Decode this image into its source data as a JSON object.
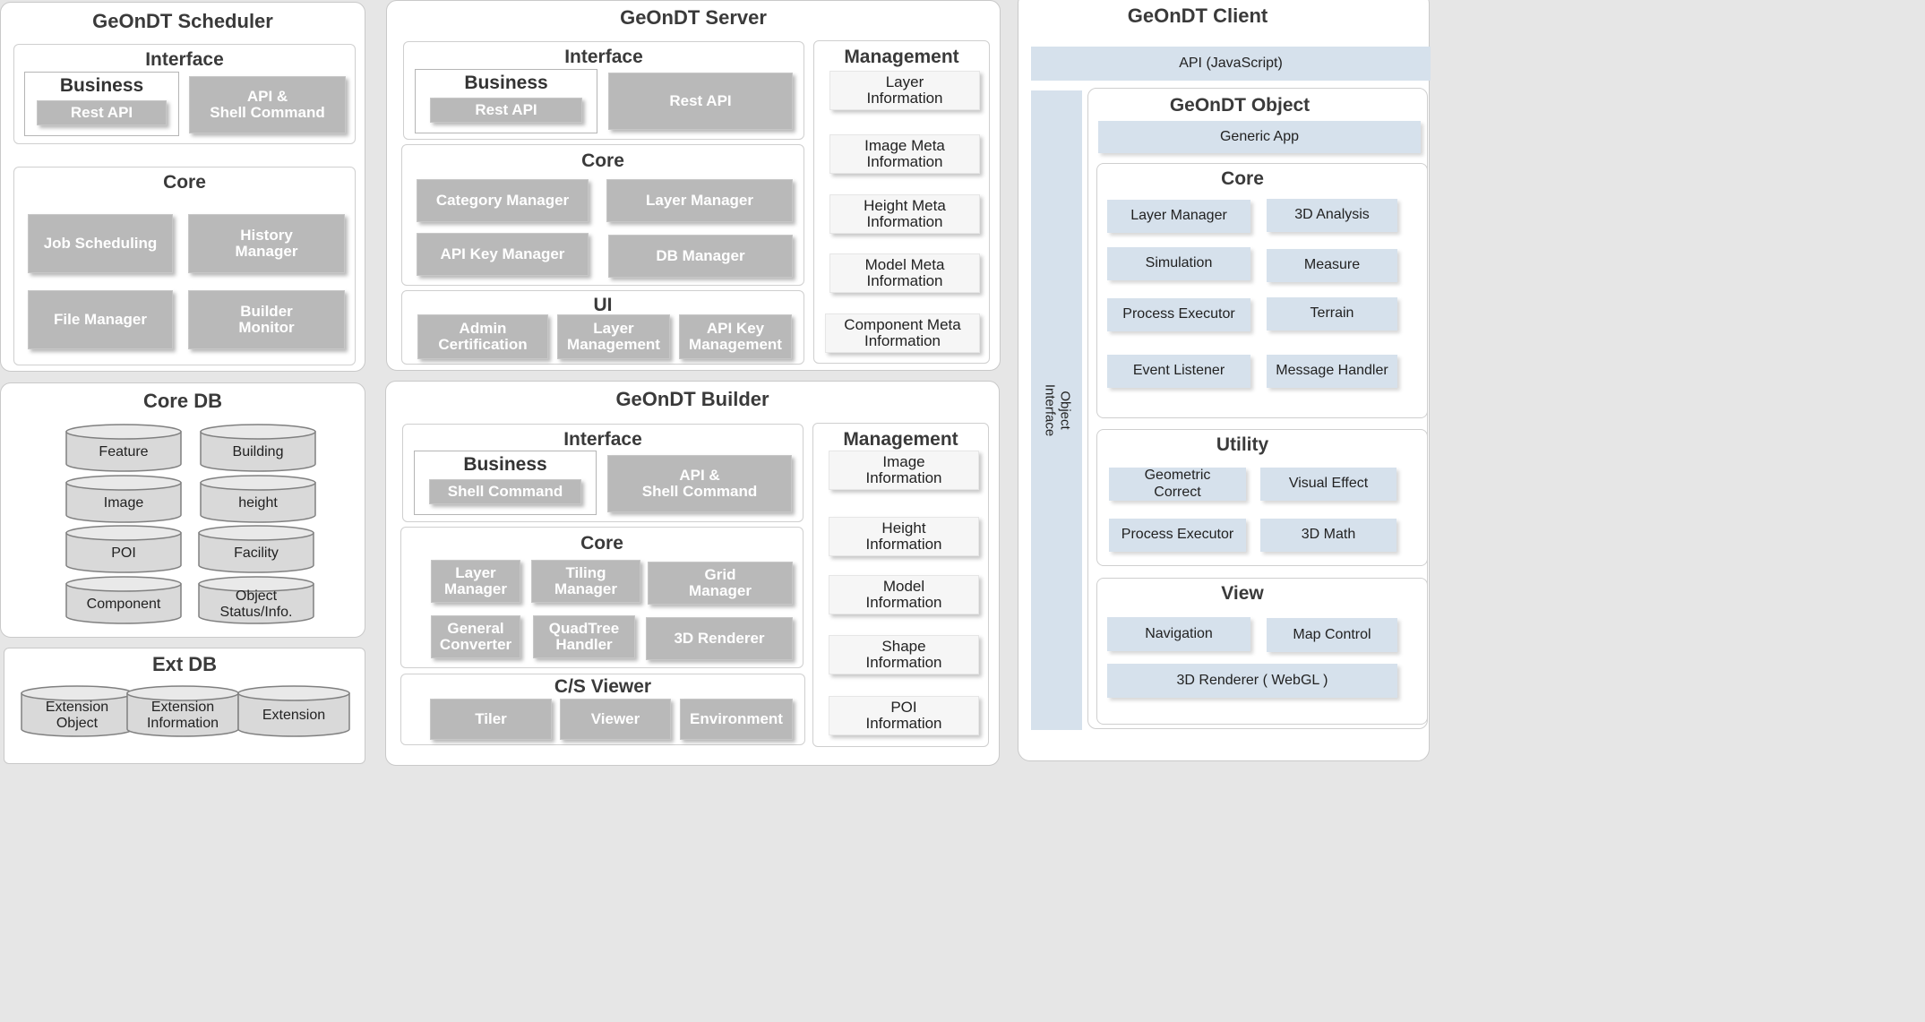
{
  "scheduler": {
    "title": "GeOnDT Scheduler",
    "interface": {
      "title": "Interface",
      "business_title": "Business",
      "business_box": "Rest API",
      "api_box": "API &\nShell Command"
    },
    "core": {
      "title": "Core",
      "boxes": [
        "Job Scheduling",
        "History\nManager",
        "File Manager",
        "Builder\nMonitor"
      ]
    }
  },
  "core_db": {
    "title": "Core DB",
    "items": [
      "Feature",
      "Building",
      "Image",
      "height",
      "POI",
      "Facility",
      "Component",
      "Object\nStatus/Info."
    ]
  },
  "ext_db": {
    "title": "Ext DB",
    "items": [
      "Extension\nObject",
      "Extension\nInformation",
      "Extension"
    ]
  },
  "server": {
    "title": "GeOnDT Server",
    "interface": {
      "title": "Interface",
      "business_title": "Business",
      "business_box": "Rest API",
      "api_box": "Rest API"
    },
    "core": {
      "title": "Core",
      "boxes": [
        "Category Manager",
        "Layer Manager",
        "API Key Manager",
        "DB Manager"
      ]
    },
    "ui": {
      "title": "UI",
      "boxes": [
        "Admin\nCertification",
        "Layer\nManagement",
        "API Key\nManagement"
      ]
    },
    "management": {
      "title": "Management",
      "items": [
        "Layer\nInformation",
        "Image Meta\nInformation",
        "Height Meta\nInformation",
        "Model Meta\nInformation",
        "Component Meta\nInformation"
      ]
    }
  },
  "builder": {
    "title": "GeOnDT Builder",
    "interface": {
      "title": "Interface",
      "business_title": "Business",
      "business_box": "Shell Command",
      "api_box": "API &\nShell Command"
    },
    "core": {
      "title": "Core",
      "boxes": [
        "Layer\nManager",
        "Tiling\nManager",
        "Grid\nManager",
        "General\nConverter",
        "QuadTree\nHandler",
        "3D Renderer"
      ]
    },
    "viewer": {
      "title": "C/S Viewer",
      "boxes": [
        "Tiler",
        "Viewer",
        "Environment"
      ]
    },
    "management": {
      "title": "Management",
      "items": [
        "Image\nInformation",
        "Height\nInformation",
        "Model\nInformation",
        "Shape\nInformation",
        "POI\nInformation"
      ]
    }
  },
  "client": {
    "title": "GeOnDT Client",
    "api_bar": "API (JavaScript)",
    "object_interface": "Object\nInterface",
    "object": {
      "title": "GeOnDT Object",
      "generic_app": "Generic App"
    },
    "core": {
      "title": "Core",
      "boxes": [
        "Layer Manager",
        "3D Analysis",
        "Simulation",
        "Measure",
        "Process Executor",
        "Terrain",
        "Event Listener",
        "Message Handler"
      ]
    },
    "utility": {
      "title": "Utility",
      "boxes": [
        "Geometric\nCorrect",
        "Visual Effect",
        "Process Executor",
        "3D Math"
      ]
    },
    "view": {
      "title": "View",
      "boxes": [
        "Navigation",
        "Map Control",
        "3D Renderer ( WebGL )"
      ]
    }
  },
  "colors": {
    "gray_box": "#b9b9b9",
    "blue_box": "#d6e1ec",
    "panel_border": "#c9c9c9"
  }
}
